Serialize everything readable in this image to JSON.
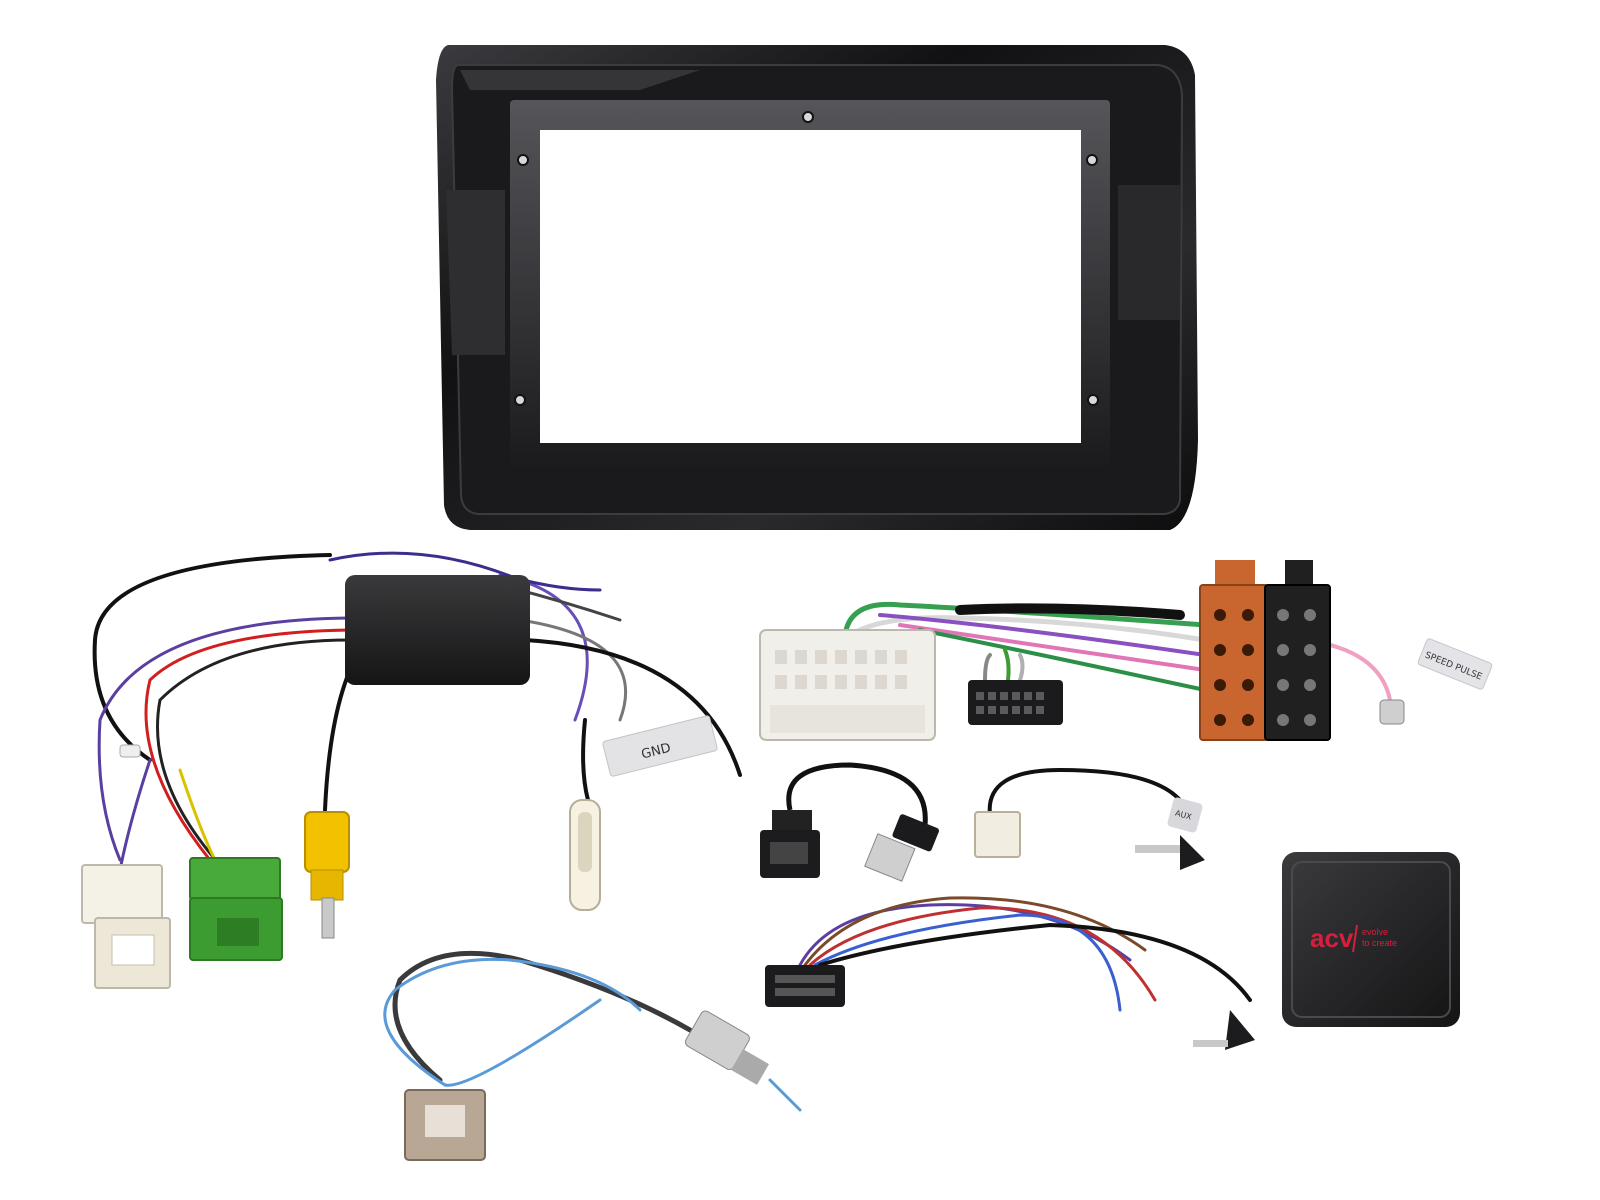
{
  "labels": {
    "gnd_tag": "GND",
    "aux_tag": "AUX",
    "speed_tag": "SPEED PULSE",
    "brand": "acv",
    "slogan_line1": "evolve",
    "slogan_line2": "to create"
  },
  "colors": {
    "fascia": "#1c1c1e",
    "fascia_highlight": "#4a4a4e",
    "iso_orange": "#c9662f",
    "iso_black": "#202020",
    "rca_yellow": "#f2c200",
    "green_connector": "#3aa52e",
    "white_connector": "#f3f1ea",
    "brand_red": "#d61f3c"
  }
}
